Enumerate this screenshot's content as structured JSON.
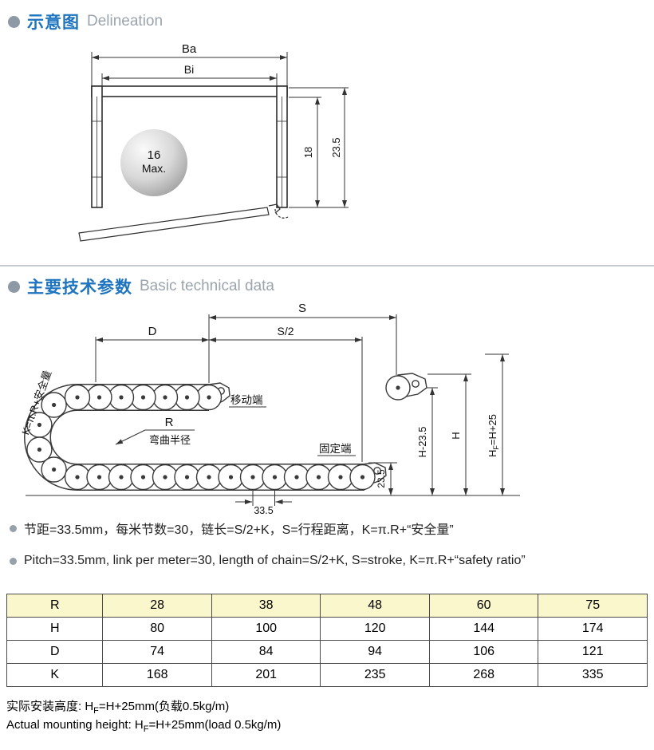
{
  "colors": {
    "accent": "#1e74be",
    "muted": "#9aa4ad",
    "table_header_bg": "#fbf7cd"
  },
  "sections": {
    "delineation": {
      "zh": "示意图",
      "en": "Delineation"
    },
    "technical": {
      "zh": "主要技术参数",
      "en": "Basic technical data"
    }
  },
  "diagram1": {
    "dim_ba": "Ba",
    "dim_bi": "Bi",
    "ball_line1": "16",
    "ball_line2": "Max.",
    "dim_inner_height": "18",
    "dim_outer_height": "23.5"
  },
  "diagram2": {
    "dim_s": "S",
    "dim_s_half": "S/2",
    "dim_d": "D",
    "label_k": "K=π.R+安全量",
    "label_moving_end": "移动端",
    "label_r": "R",
    "label_bend_radius": "弯曲半径",
    "label_fixed_end": "固定端",
    "dim_h_minus": "H-23.5",
    "dim_h": "H",
    "hf_prefix": "H",
    "hf_sub": "F",
    "hf_suffix": "=H+25",
    "dim_235": "23.5",
    "dim_pitch": "33.5"
  },
  "notes": {
    "zh": "节距=33.5mm，每米节数=30，链长=S/2+K，S=行程距离，K=π.R+“安全量”",
    "en": "Pitch=33.5mm, link per meter=30, length of chain=S/2+K, S=stroke, K=π.R+“safety ratio”"
  },
  "table": {
    "header": [
      "R",
      "28",
      "38",
      "48",
      "60",
      "75"
    ],
    "rows": [
      [
        "H",
        "80",
        "100",
        "120",
        "144",
        "174"
      ],
      [
        "D",
        "74",
        "84",
        "94",
        "106",
        "121"
      ],
      [
        "K",
        "168",
        "201",
        "235",
        "268",
        "335"
      ]
    ]
  },
  "footer": {
    "zh_prefix": "实际安装高度: H",
    "zh_sub": "F",
    "zh_suffix": "=H+25mm(负载0.5kg/m)",
    "en_prefix": "Actual mounting height: H",
    "en_sub": "F",
    "en_suffix": "=H+25mm(load 0.5kg/m)"
  }
}
